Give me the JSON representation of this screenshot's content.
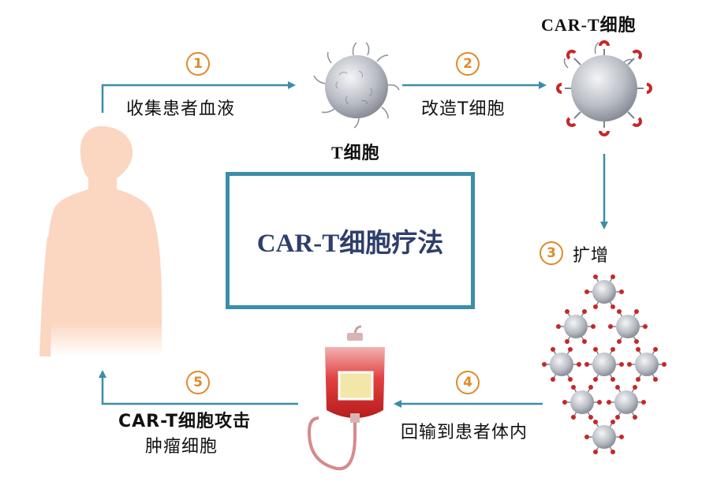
{
  "center": {
    "title": "CAR-T细胞疗法"
  },
  "steps": [
    {
      "num": "1",
      "label": "收集患者血液"
    },
    {
      "num": "2",
      "label": "改造T细胞"
    },
    {
      "num": "3",
      "label": "扩增"
    },
    {
      "num": "4",
      "label": "回输到患者体内"
    },
    {
      "num": "5",
      "label_line1": "CAR-T细胞攻击",
      "label_line2": "肿瘤细胞"
    }
  ],
  "cells": {
    "t_cell_label": "T细胞",
    "car_t_label": "CAR-T细胞"
  },
  "colors": {
    "arrow": "#3a8ea8",
    "step_circle": "#e08a2a",
    "receptor": "#c62828",
    "title": "#2f3f6b",
    "body": "#fbd6c0"
  }
}
